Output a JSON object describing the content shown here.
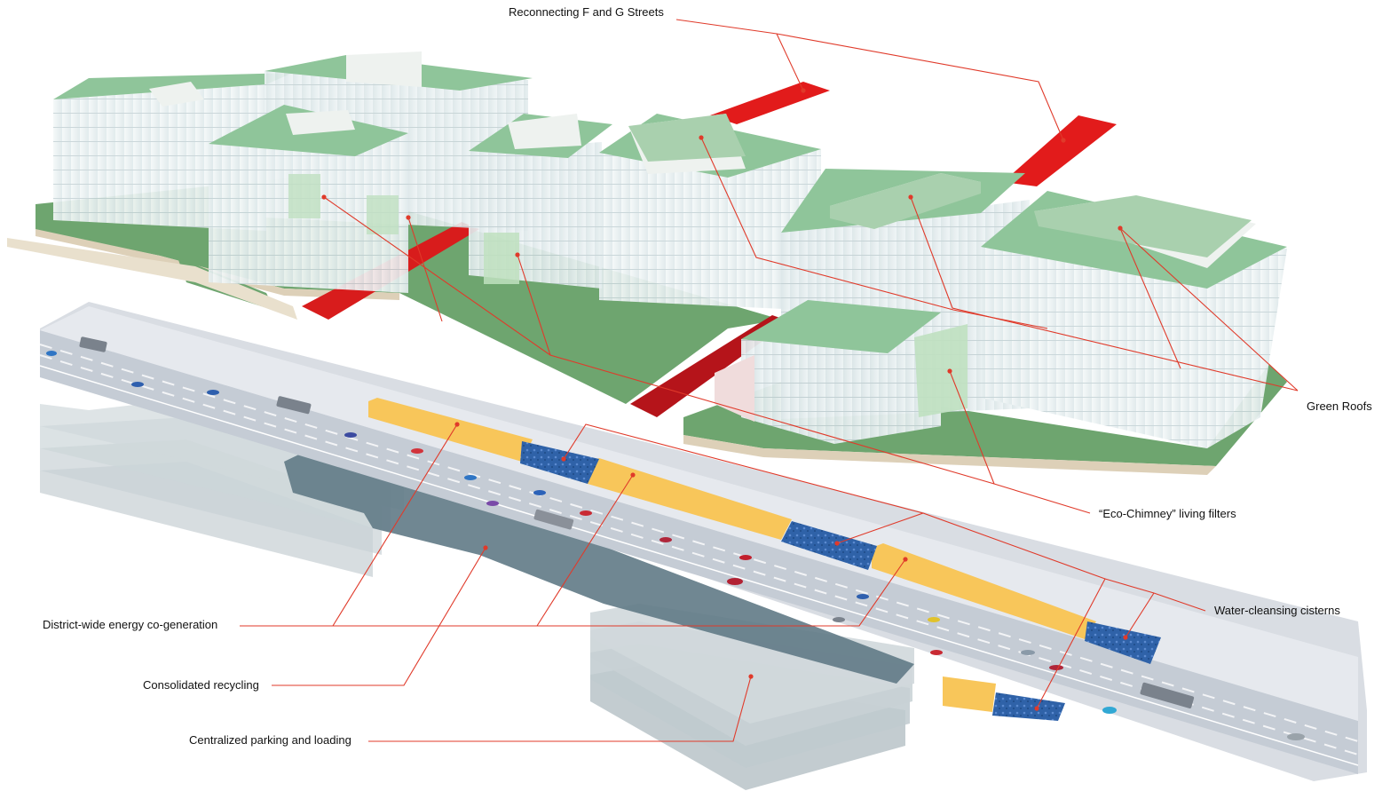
{
  "colors": {
    "leader": "#e03a2a",
    "label": "#111111",
    "roof": "#8fc59a",
    "ground": "#6ea56f",
    "glass": "#e9f1f2",
    "street_red": "#e21b1b",
    "energy_yellow": "#f8c65a",
    "cistern_blue": "#2f62a8",
    "highway": "#d2d7de",
    "parking": "#b8c3c8",
    "recycling": "#617a86"
  },
  "callouts": [
    {
      "id": "reconnecting",
      "text": "Reconnecting F and G Streets"
    },
    {
      "id": "green-roofs",
      "text": "Green Roofs"
    },
    {
      "id": "eco-chimney",
      "text": "“Eco-Chimney” living filters"
    },
    {
      "id": "water-cisterns",
      "text": "Water-cleansing cisterns"
    },
    {
      "id": "energy",
      "text": "District-wide energy co-generation"
    },
    {
      "id": "recycling",
      "text": "Consolidated recycling"
    },
    {
      "id": "parking",
      "text": "Centralized parking and loading"
    }
  ]
}
